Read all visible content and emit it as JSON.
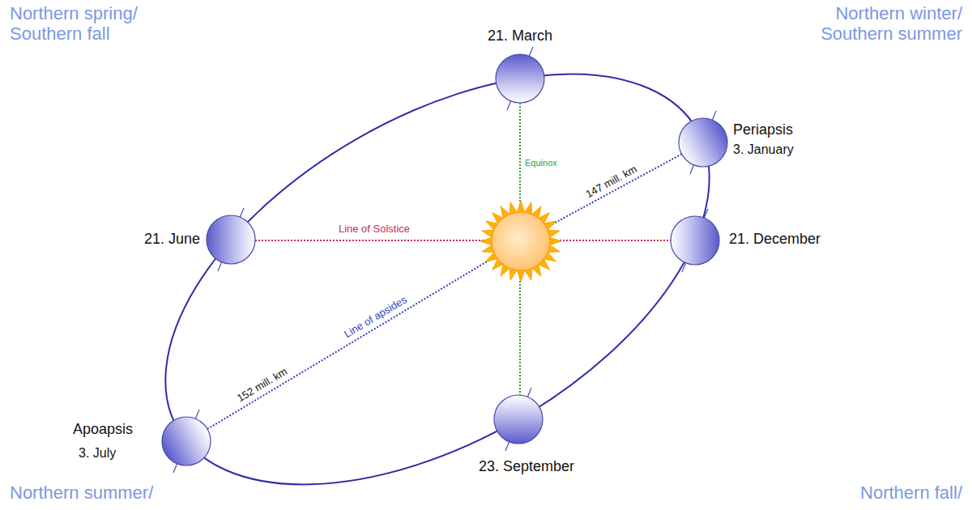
{
  "diagram": {
    "labels": [
      "Northern spring/ Southern fall",
      "21. March",
      "Northern winter/ Southern summer",
      "Periapsis",
      "3. January",
      "Equinox",
      "147 mill. km",
      "21. June",
      "Line of Solstice",
      "21. December",
      "Line of apsides",
      "152 mill. km",
      "Apoapsis",
      "3. July",
      "23. September",
      "Northern summer/",
      "Northern fall/"
    ]
  }
}
